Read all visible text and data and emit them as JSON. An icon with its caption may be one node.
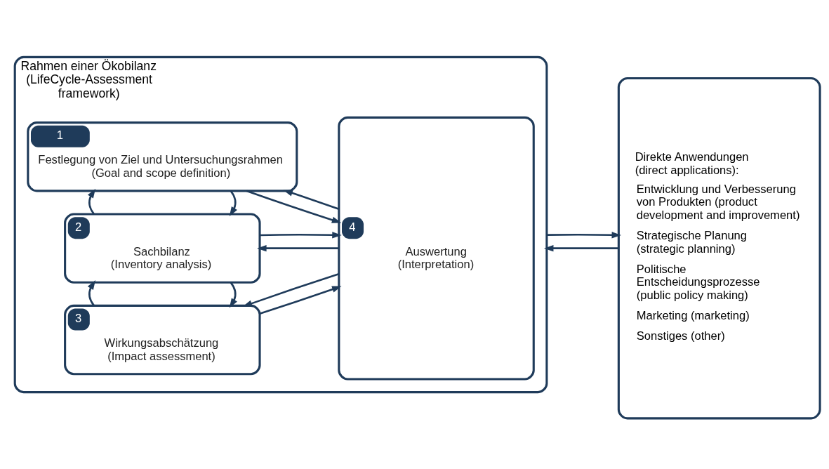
{
  "diagram": {
    "nodes": [
      {
        "text": [
          "Rahmen einer Ökobilanz (LifeCycle-Assessment framework)"
        ]
      },
      {
        "text": [
          "1",
          "Festlegung von Ziel und Untersuchungsrahmen",
          "(Goal and scope definition)"
        ],
        "in": 0
      },
      {
        "text": [
          "2",
          "Sachbilanz",
          "(Inventory analysis)"
        ],
        "in": 0
      },
      {
        "text": [
          "3",
          "Wirkungsabschätzung",
          "(Impact assessment)"
        ],
        "in": 0
      },
      {
        "text": [
          "4",
          "Auswertung",
          "(Interpretation)"
        ],
        "in": 0
      },
      {
        "text": [
          "Direkte Anwendungen (direct applications):",
          "Entwicklung und Verbesserung von Produkten (product development and improvement)",
          "Strategische Planung (strategic planning)",
          "Politische Entscheidungsprozesse (public policy making)",
          "Marketing (marketing)",
          "Sonstiges (other)"
        ]
      }
    ],
    "edges": [
      {
        "from": 1,
        "to": 2,
        "arrow": "to"
      },
      {
        "from": 2,
        "to": 1,
        "arrow": "to"
      },
      {
        "from": 2,
        "to": 3,
        "arrow": "to"
      },
      {
        "from": 3,
        "to": 2,
        "arrow": "to"
      },
      {
        "from": 4,
        "to": 1,
        "arrow": "to"
      },
      {
        "from": 1,
        "to": 4,
        "arrow": "to"
      },
      {
        "from": 4,
        "to": 2,
        "arrow": "to"
      },
      {
        "from": 2,
        "to": 4,
        "arrow": "to"
      },
      {
        "from": 4,
        "to": 3,
        "arrow": "to"
      },
      {
        "from": 3,
        "to": 4,
        "arrow": "to"
      },
      {
        "from": 5,
        "to": 0,
        "arrow": "to"
      },
      {
        "from": 0,
        "to": 5,
        "arrow": "to"
      }
    ]
  }
}
